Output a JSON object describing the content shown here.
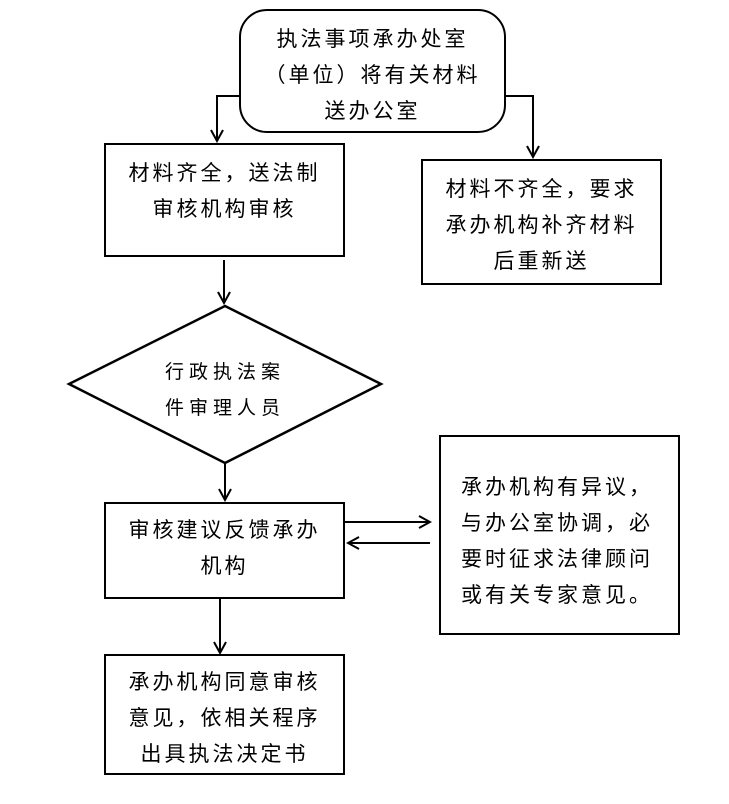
{
  "diagram": {
    "type": "flowchart",
    "colors": {
      "stroke": "#000000",
      "fill": "#ffffff",
      "text": "#000000"
    },
    "nodes": {
      "start": {
        "shape": "rounded-rectangle",
        "lines": [
          "执法事项承办处室",
          "（单位）将有关材料",
          "送办公室"
        ]
      },
      "complete": {
        "shape": "rectangle",
        "lines": [
          "材料齐全，送法制",
          "审核机构审核"
        ]
      },
      "incomplete": {
        "shape": "rectangle",
        "lines": [
          "材料不齐全，要求",
          "承办机构补齐材料",
          "后重新送"
        ]
      },
      "reviewer": {
        "shape": "diamond",
        "lines": [
          "行政执法案",
          "件审理人员"
        ]
      },
      "feedback": {
        "shape": "rectangle",
        "lines": [
          "审核建议反馈承办",
          "机构"
        ]
      },
      "dispute": {
        "shape": "rectangle",
        "lines": [
          "承办机构有异议，",
          "与办公室协调，必",
          "要时征求法律顾问",
          "或有关专家意见。"
        ]
      },
      "final": {
        "shape": "rectangle",
        "lines": [
          "承办机构同意审核",
          "意见，依相关程序",
          "出具执法决定书"
        ]
      }
    },
    "edges": [
      {
        "from": "start",
        "to": "complete"
      },
      {
        "from": "start",
        "to": "incomplete"
      },
      {
        "from": "complete",
        "to": "reviewer"
      },
      {
        "from": "reviewer",
        "to": "feedback"
      },
      {
        "from": "feedback",
        "to": "dispute"
      },
      {
        "from": "dispute",
        "to": "feedback"
      },
      {
        "from": "feedback",
        "to": "final"
      }
    ]
  }
}
